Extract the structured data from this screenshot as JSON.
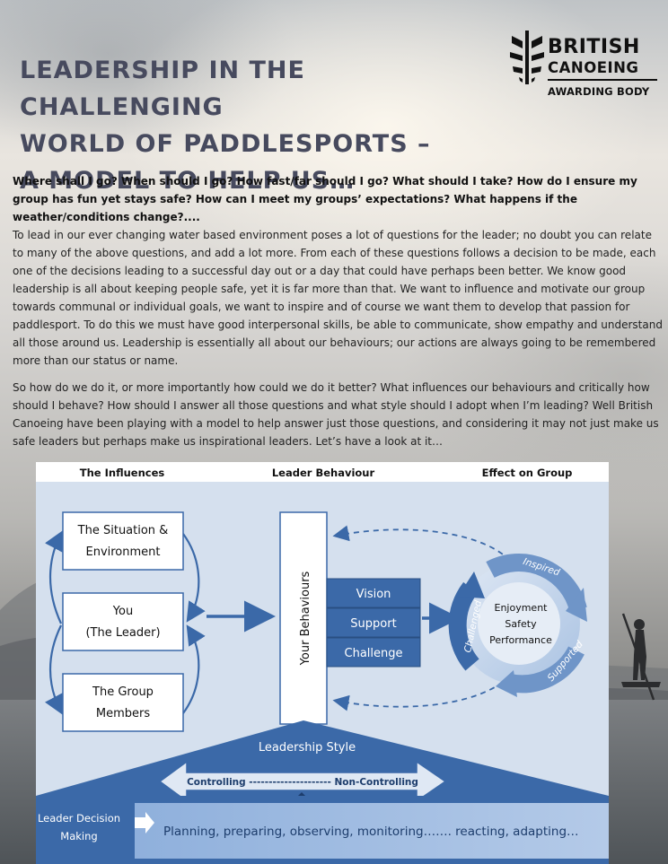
{
  "header": {
    "title_lines": [
      "LEADERSHIP IN THE CHALLENGING",
      "WORLD OF PADDLESPORTS –",
      "A MODEL TO HELP US…"
    ],
    "logo": {
      "name_line1": "BRITISH",
      "name_line2": "CANOEING",
      "subtitle": "AWARDING BODY"
    }
  },
  "intro_questions": "Where shall I go? When should I go? How fast/far should I go? What should I take? How do I ensure my group has fun yet stays safe? How can I meet my groups’ expectations? What happens if the weather/conditions change?....",
  "paragraphs": [
    "To lead in our ever changing water based environment poses a lot of questions for the leader; no doubt you can relate to many of the above questions, and add a lot more. From each of these questions follows a decision to be made, each one of the decisions leading to a successful day out or a day that could have perhaps been better. We know good leadership is all about keeping people safe, yet it is far more than that. We want to influence and motivate our group towards communal or individual goals, we want to inspire and of course we want them to develop that passion for paddlesport. To do this we must have good interpersonal skills, be able to communicate, show empathy and understand all those around us. Leadership is essentially all about our behaviours; our actions are always going to be remembered more than our status or name.",
    "So how do we do it, or more importantly how could we do it better? What influences our behaviours and critically how should I behave? How should I answer all those questions and what style should I adopt when I’m leading? Well British Canoeing have been playing with a model to help answer just those questions, and considering it may not just make us safe leaders but perhaps make us inspirational leaders. Let’s have a look at it…"
  ],
  "diagram": {
    "headers": {
      "influences": "The Influences",
      "behaviour": "Leader Behaviour",
      "effect": "Effect on Group"
    },
    "influences": {
      "situation_line1": "The Situation &",
      "situation_line2": "Environment",
      "you_line1": "You",
      "you_line2": "(The Leader)",
      "group_line1": "The Group",
      "group_line2": "Members"
    },
    "behaviours_label": "Your Behaviours",
    "behaviour_items": [
      "Vision",
      "Support",
      "Challenge"
    ],
    "cycle": {
      "inspired": "Inspired",
      "supported": "Supported",
      "challenged": "Challenged",
      "center": [
        "Enjoyment",
        "Safety",
        "Performance"
      ]
    },
    "leadership_style": "Leadership Style",
    "style_range": "Controlling --------------------- Non-Controlling",
    "decision_label_line1": "Leader Decision",
    "decision_label_line2": "Making",
    "decision_text": "Planning, preparing, observing, monitoring……. reacting, adapting…",
    "colors": {
      "panel_bg": "#d5e0ee",
      "header_bg": "#ffffff",
      "dark_blue": "#3b69a8",
      "mid_blue": "#6f95c8",
      "light_blue": "#a9c2e2",
      "title_text": "#474a5e"
    }
  }
}
